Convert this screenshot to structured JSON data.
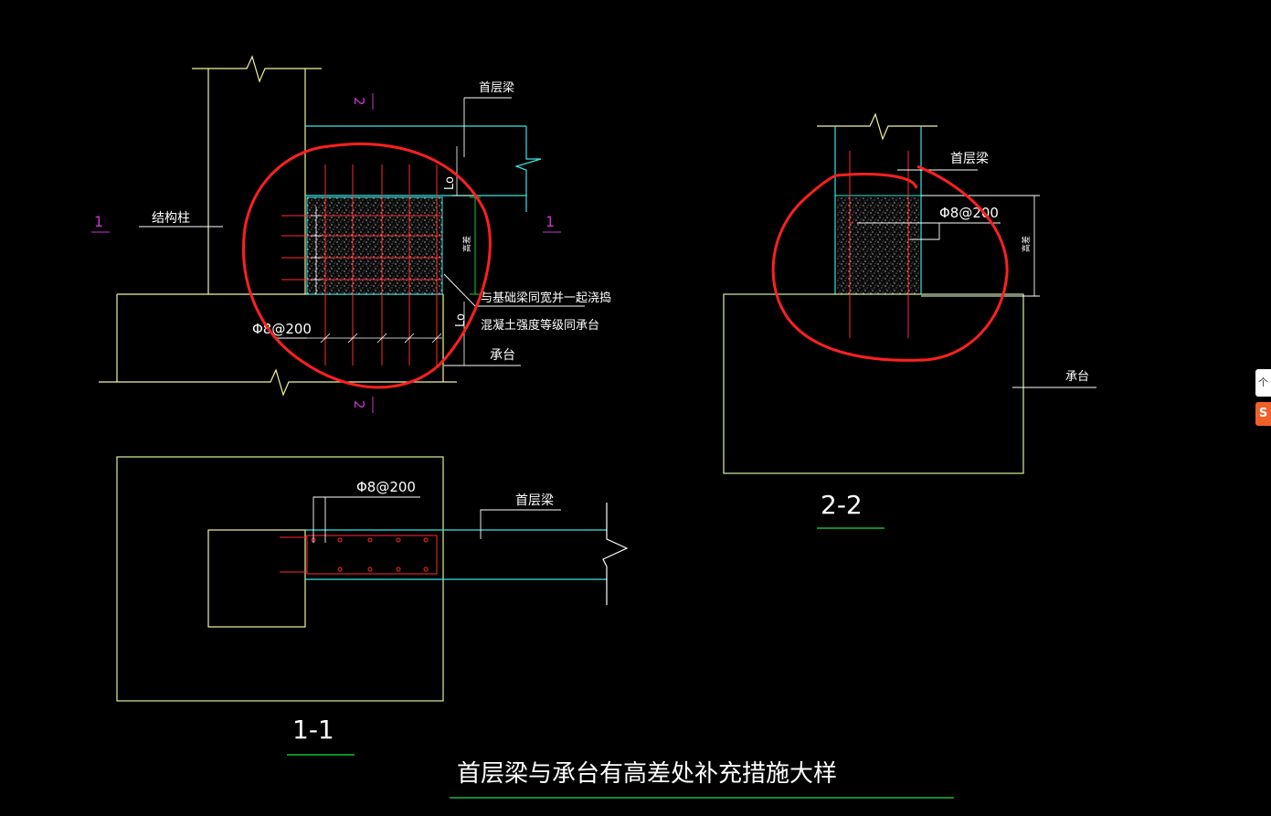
{
  "colors": {
    "background": "#000000",
    "outline_yellow": "#f2f2a0",
    "outline_green": "#d4f2a0",
    "beam_cyan": "#37e6e6",
    "rebar_red": "#ff2a2a",
    "text_white": "#ffffff",
    "section_magenta": "#cc33cc",
    "underline_green": "#22dd44",
    "annotation_red": "#ff2020",
    "widget_orange": "#f0602a"
  },
  "elevation": {
    "section_mark_left": "1",
    "section_mark_right": "1",
    "section_mark_top": "2",
    "section_mark_bottom": "2",
    "label_pile": "结构柱",
    "label_first_beam": "首层梁",
    "label_lo_upper": "Lo",
    "label_lo_lower": "Lo",
    "label_height": "高差",
    "label_note_line1": "与基础梁同宽并一起浇捣",
    "label_note_line2": "混凝土强度等级同承台",
    "label_rebar": "Φ8@200",
    "label_cap": "承台"
  },
  "section_2_2": {
    "label_first_beam": "首层梁",
    "label_rebar": "Φ8@200",
    "label_height": "高差",
    "label_cap": "承台",
    "title": "2-2"
  },
  "section_1_1": {
    "label_rebar": "Φ8@200",
    "label_first_beam": "首层梁",
    "title": "1-1"
  },
  "drawing_title": "首层梁与承台有高差处补充措施大样",
  "side_widget": {
    "icon_top": "search-icon",
    "top_glyph": "个",
    "icon_bottom": "logo-icon",
    "bottom_glyph": "S"
  }
}
